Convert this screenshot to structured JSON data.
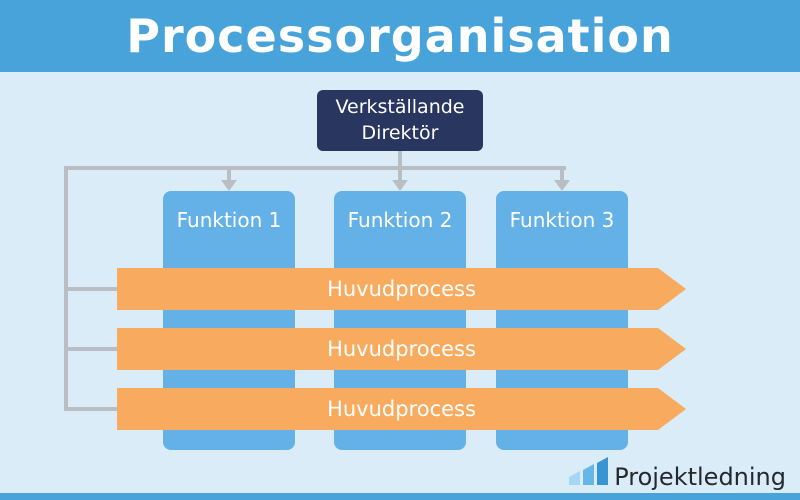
{
  "title": "Processorganisation",
  "org": {
    "root": {
      "label": "Verkställande Direktör"
    },
    "functions": [
      {
        "label": "Funktion 1"
      },
      {
        "label": "Funktion 2"
      },
      {
        "label": "Funktion 3"
      }
    ],
    "processes": [
      {
        "label": "Huvudprocess"
      },
      {
        "label": "Huvudprocess"
      },
      {
        "label": "Huvudprocess"
      }
    ]
  },
  "logo": {
    "text": "Projektledning",
    "icon": "bar-chart-icon"
  },
  "colors": {
    "header_bg": "#47a3d9",
    "page_bg": "#d9ecf7",
    "root_box": "#283660",
    "function_box": "#63b1e7",
    "process_arrow": "#f8aa5e",
    "connector": "#babec3",
    "text_on_fill": "#ffffff",
    "logo_text": "#26292c",
    "footer_bg": "#47a3d9"
  }
}
